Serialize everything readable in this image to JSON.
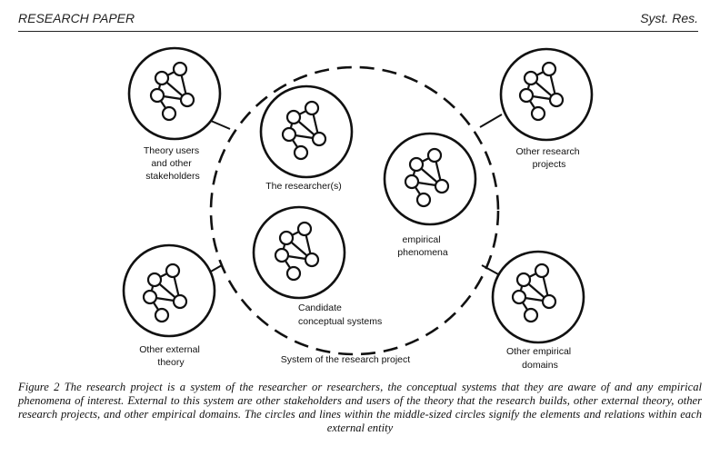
{
  "header": {
    "left": "RESEARCH PAPER",
    "right": "Syst. Res."
  },
  "figure": {
    "system_label": "System of the research project",
    "entities": [
      {
        "id": "theory-users",
        "lines": [
          "Theory users",
          "and other",
          "stakeholders"
        ]
      },
      {
        "id": "external-theory",
        "lines": [
          "Other external",
          "theory"
        ]
      },
      {
        "id": "other-research-projects",
        "lines": [
          "Other research",
          "projects"
        ]
      },
      {
        "id": "other-empirical-domains",
        "lines": [
          "Other empirical",
          "domains"
        ]
      },
      {
        "id": "researchers",
        "lines": [
          "The researcher(s)"
        ]
      },
      {
        "id": "empirical-phenomena",
        "lines": [
          "empirical",
          "phenomena"
        ]
      },
      {
        "id": "candidate-systems",
        "lines": [
          "Candidate",
          "conceptual systems"
        ]
      }
    ]
  },
  "caption": "Figure 2 The research project is a system of the researcher or researchers, the conceptual systems that they are aware of and any empirical phenomena of interest. External to this system are other stakeholders and users of the theory that the research builds, other external theory, other research projects, and other empirical domains. The circles and lines within the middle-sized circles signify the elements and relations within each external entity"
}
